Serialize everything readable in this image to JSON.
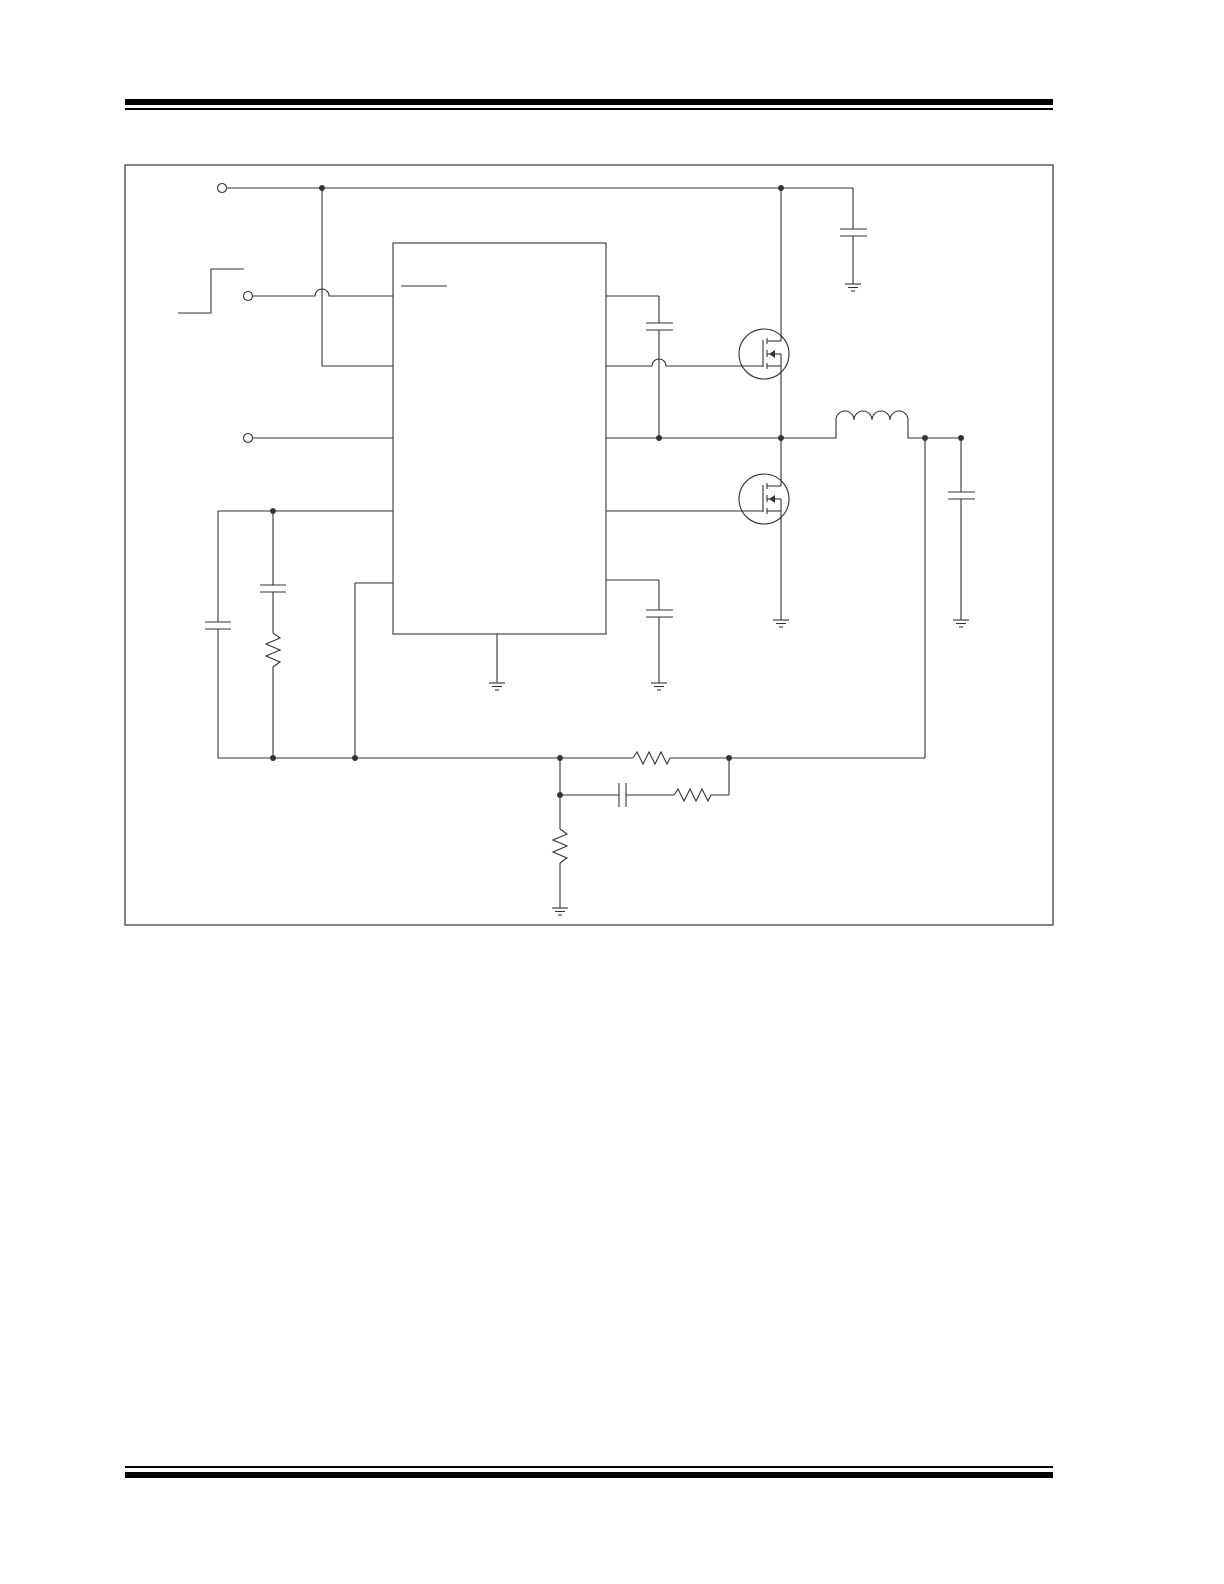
{
  "page": {
    "background": "#ffffff",
    "line_color": "#333333"
  },
  "figure": {
    "type": "schematic",
    "components": [
      "controller-ic",
      "high-side-mosfet",
      "low-side-mosfet",
      "inductor",
      "capacitors",
      "resistors",
      "ground-symbols",
      "terminals",
      "step-waveform"
    ]
  }
}
